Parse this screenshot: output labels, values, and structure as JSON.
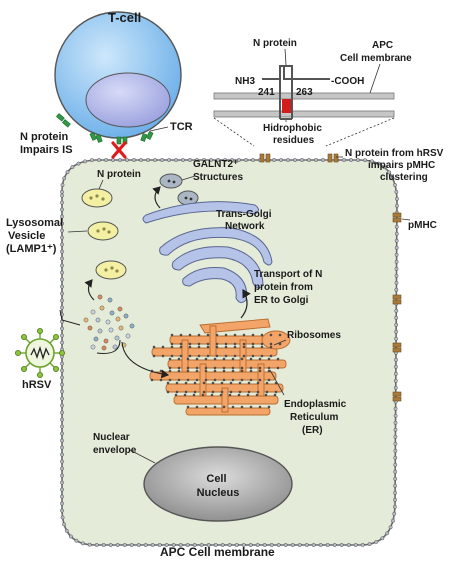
{
  "labels": {
    "t_cell": "T-cell",
    "tcr": "TCR",
    "n_protein_impairs_is": [
      "N protein",
      "Impairs IS"
    ],
    "n_protein": "N protein",
    "galnt2_structures": [
      "GALNT2⁺",
      "Structures"
    ],
    "lysosomal_vesicle": [
      "Lysosomal",
      "Vesicle",
      "(LAMP1⁺)"
    ],
    "trans_golgi": [
      "Trans-Golgi",
      "Network"
    ],
    "transport_n_protein": [
      "Transport of N",
      "protein from",
      "ER to Golgi"
    ],
    "ribosomes": "Ribosomes",
    "er": [
      "Endoplasmic",
      "Reticulum",
      "(ER)"
    ],
    "hrsv": "hRSV",
    "nuclear_envelope": [
      "Nuclear",
      "envelope"
    ],
    "cell_nucleus": [
      "Cell",
      "Nucleus"
    ],
    "apc_cell_membrane_bottom": "APC Cell membrane",
    "n_from_hrsv": [
      "N protein from hRSV",
      "impairs pMHC",
      "clustering"
    ],
    "pmhc": "pMHC",
    "inset_n_protein": "N protein",
    "inset_apc_membrane": [
      "APC",
      "Cell  membrane"
    ],
    "inset_nh3": "NH3",
    "inset_cooh": "-COOH",
    "inset_241": "241",
    "inset_263": "263",
    "inset_hydrophobic": [
      "Hidrophobic",
      "residues"
    ]
  },
  "colors": {
    "t_cell_fill": "#7ab8ee",
    "t_nucleus_fill": "#a9aee6",
    "apc_fill": "#e4ecd9",
    "er_fill": "#f2a469",
    "golgi_fill": "#b6c3e8",
    "nucleus_fill": "#9a9a9a",
    "vesicle_fill": "#f4f0a3",
    "receptor_green": "#2f9a44",
    "pmhc_brown": "#a87a3c",
    "hydrophobic_red": "#d41c1c",
    "membrane_gray": "#b4b4b4",
    "virus_green": "#8bc53f"
  }
}
